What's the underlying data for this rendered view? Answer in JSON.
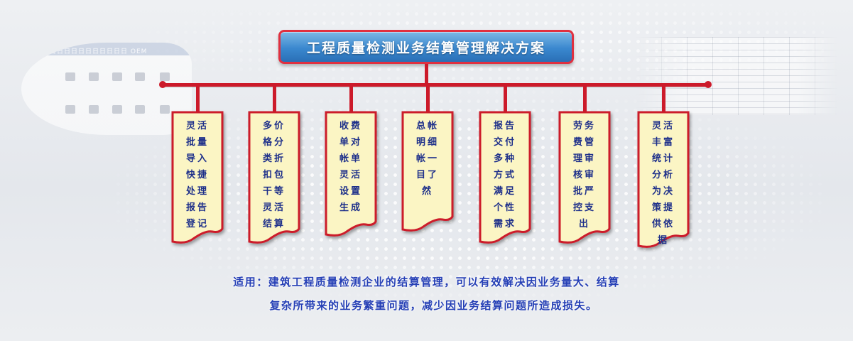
{
  "title": "工程质量检测业务结算管理解决方案",
  "cards": [
    {
      "lines": [
        "灵活",
        "批量",
        "导入",
        "快捷",
        "处理",
        "报告",
        "登记"
      ]
    },
    {
      "lines": [
        "多价",
        "格分",
        "类折",
        "扣包",
        "干等",
        "灵活",
        "结算"
      ]
    },
    {
      "lines": [
        "收费",
        "单对",
        "帐单",
        "灵活",
        "设置",
        "生成"
      ]
    },
    {
      "lines": [
        "总帐",
        "明细",
        "帐一",
        "目了",
        "然"
      ]
    },
    {
      "lines": [
        "报告",
        "交付",
        "多种",
        "方式",
        "满足",
        "个性",
        "需求"
      ]
    },
    {
      "lines": [
        "劳务",
        "费管",
        "理审",
        "核审",
        "批严",
        "控支",
        "出"
      ]
    },
    {
      "lines": [
        "灵活",
        "丰富",
        "统计",
        "分析",
        "为决",
        "策提",
        "供依",
        "据"
      ]
    }
  ],
  "footer": {
    "line1": "适用：建筑工程质量检测企业的结算管理，可以有效解决因业务量大、结算",
    "line2": "复杂所带来的业务繁重问题，减少因业务结算问题所造成损失。"
  },
  "background": {
    "left_window_title": "日日日日日日日日日日日   ОЕМ"
  },
  "colors": {
    "title_fill": "#3a88cf",
    "frame_red": "#cc1a2a",
    "card_fill": "#fbf5c4",
    "card_text": "#1d2f8a",
    "footer_text": "#253fb5"
  }
}
